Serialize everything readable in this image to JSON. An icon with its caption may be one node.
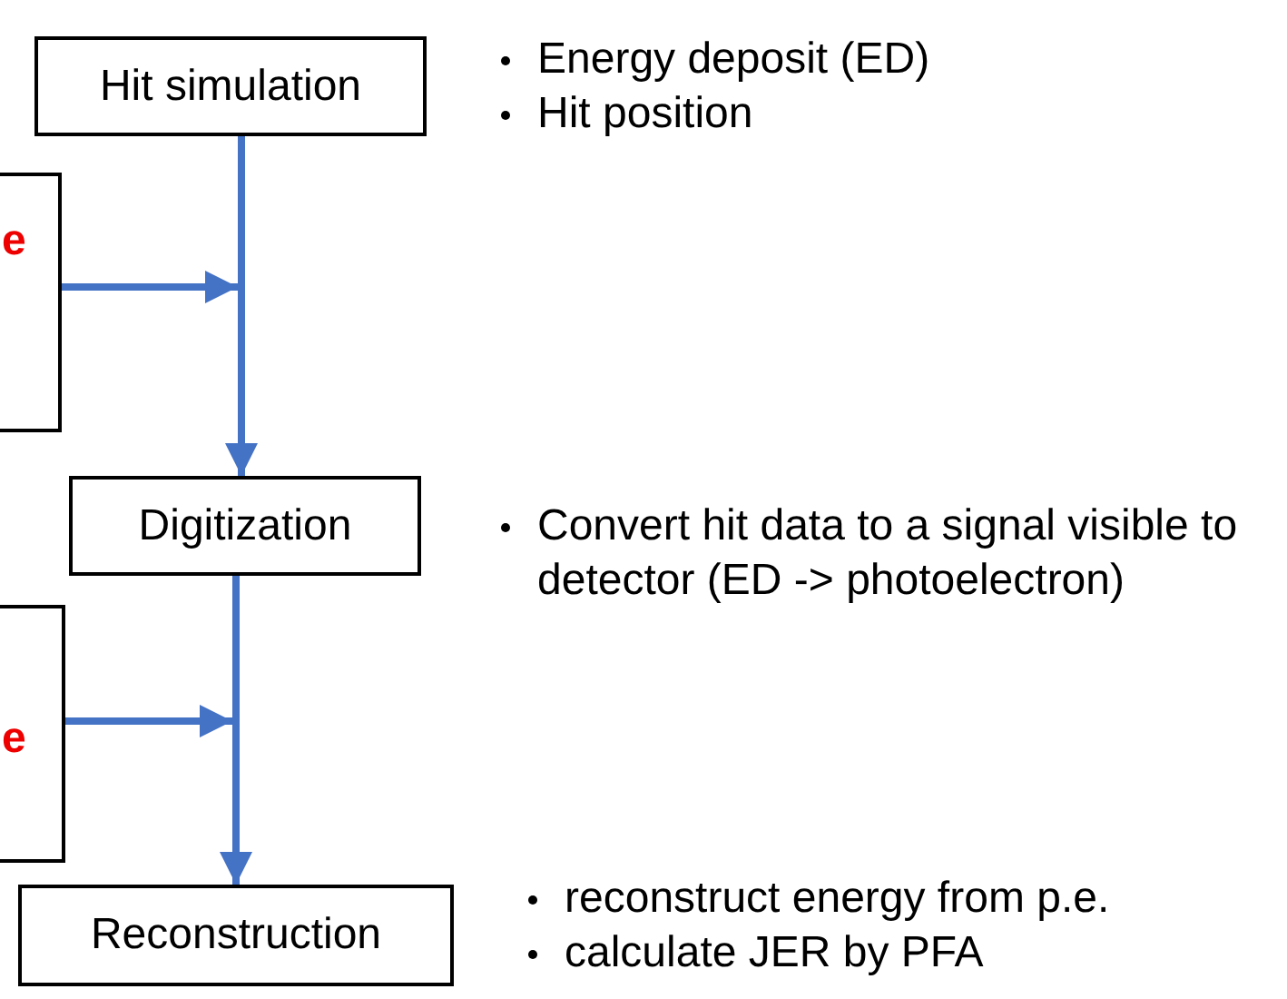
{
  "diagram": {
    "nodes": [
      {
        "text": [
          "Hit simulation"
        ],
        "beside": [
          "Energy deposit (ED)",
          "Hit position"
        ]
      },
      {
        "text": [
          "e"
        ]
      },
      {
        "text": [
          "Digitization"
        ],
        "beside": [
          "Convert hit data to a signal visible to detector (ED -> photoelectron)"
        ]
      },
      {
        "text": [
          "e"
        ]
      },
      {
        "text": [
          "Reconstruction"
        ],
        "beside": [
          "reconstruct energy from p.e.",
          "calculate JER by PFA"
        ]
      }
    ],
    "edges": [
      {
        "from": 0,
        "to": 2,
        "arrow": "to"
      },
      {
        "from": 1,
        "to": null,
        "arrow": "to"
      },
      {
        "from": 2,
        "to": 4,
        "arrow": "to"
      },
      {
        "from": 3,
        "to": null,
        "arrow": "to"
      }
    ]
  }
}
